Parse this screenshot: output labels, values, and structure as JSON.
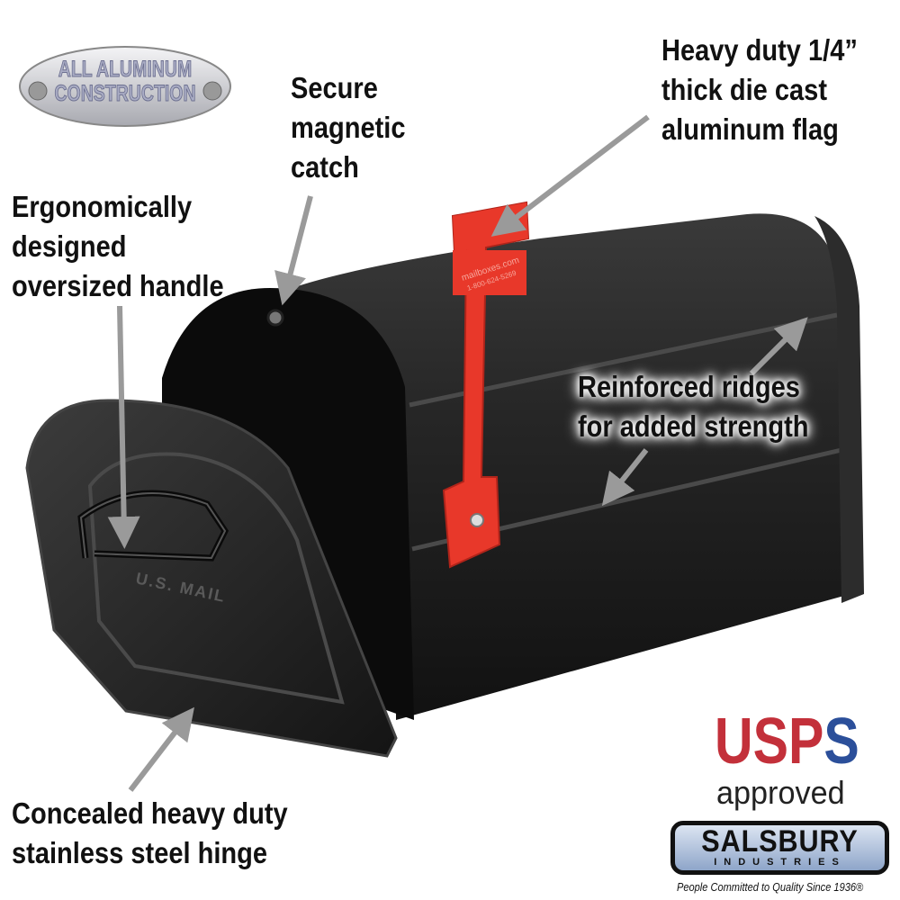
{
  "badge": {
    "line1": "ALL ALUMINUM",
    "line2": "CONSTRUCTION"
  },
  "callouts": {
    "catch": [
      "Secure",
      "magnetic",
      "catch"
    ],
    "flag": [
      "Heavy duty 1/4”",
      "thick die cast",
      "aluminum flag"
    ],
    "handle": [
      "Ergonomically",
      "designed",
      "oversized handle"
    ],
    "ridges": [
      "Reinforced ridges",
      "for added strength"
    ],
    "hinge": [
      "Concealed heavy duty",
      "stainless steel hinge"
    ]
  },
  "flag_text": {
    "line1": "mailboxes.com",
    "line2": "1-800-624-5269"
  },
  "door_text": "U.S. MAIL",
  "usps": {
    "part1": "USP",
    "part2": "S",
    "approved": "approved"
  },
  "brand": {
    "name": "SALSBURY",
    "sub": "INDUSTRIES",
    "tagline": "People Committed to Quality Since 1936®"
  },
  "colors": {
    "flag": "#e8382a",
    "mailbox": "#1a1a1a",
    "arrow": "#9a9a9a",
    "usps_red": "#c3303a",
    "usps_blue": "#2b4f9a"
  }
}
